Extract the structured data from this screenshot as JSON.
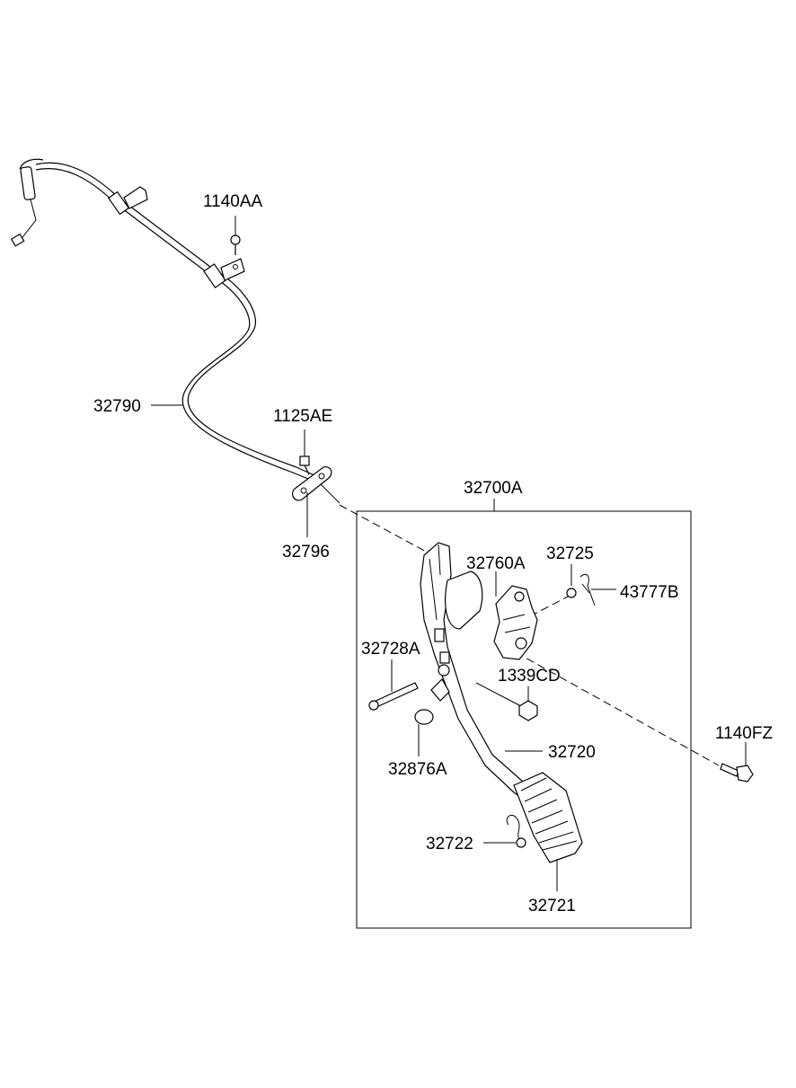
{
  "parts": {
    "p1140AA": "1140AA",
    "p32790": "32790",
    "p1125AE": "1125AE",
    "p32796": "32796",
    "p32700A": "32700A",
    "p32760A": "32760A",
    "p32725": "32725",
    "p43777B": "43777B",
    "p32728A": "32728A",
    "p1339CD": "1339CD",
    "p1140FZ": "1140FZ",
    "p32876A": "32876A",
    "p32720": "32720",
    "p32722": "32722",
    "p32721": "32721"
  }
}
